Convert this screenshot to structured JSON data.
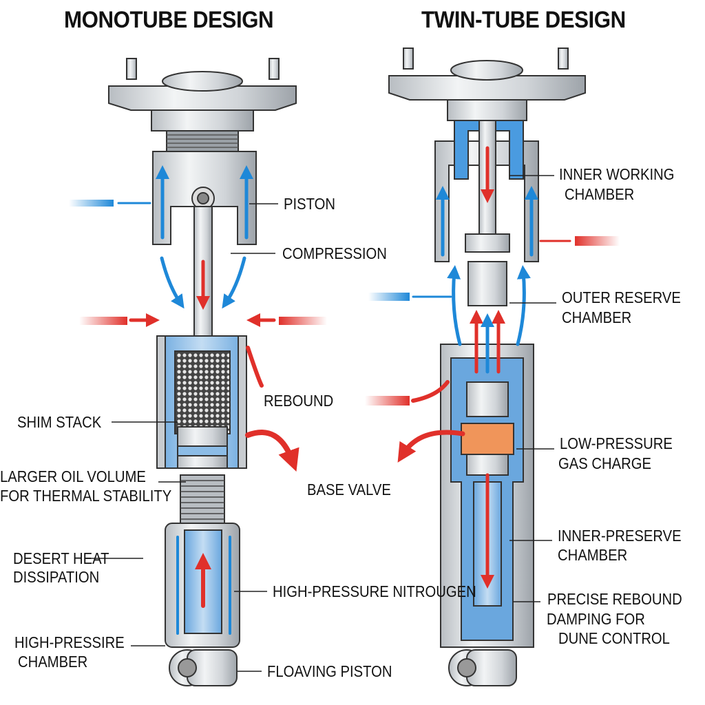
{
  "titles": {
    "left": "MONOTUBE DESIGN",
    "right": "TWIN-TUBE DESIGN"
  },
  "monotube": {
    "labels": {
      "piston": "PISTON",
      "compression": "COMPRESSION",
      "rebound": "REBOUND",
      "shim_stack": "SHIM STACK",
      "oil_volume_1": "LARGER OIL VOLUME",
      "oil_volume_2": "FOR THERMAL STABILITY",
      "base_valve": "BASE VALVE",
      "heat_1": "DESERT HEAT",
      "heat_2": "DISSIPATION",
      "nitrogen": "HIGH-PRESSURE NITROUGEN",
      "chamber_1": "HIGH-PRESSIRE",
      "chamber_2": "CHAMBER",
      "floating_piston": "FLOAVING PISTON"
    }
  },
  "twintube": {
    "labels": {
      "inner_working_1": "INNER WORKING",
      "inner_working_2": "CHAMBER",
      "outer_reserve_1": "OUTER RESERVE",
      "outer_reserve_2": "CHAMBER",
      "gas_charge_1": "LOW-PRESSURE",
      "gas_charge_2": "GAS CHARGE",
      "inner_preserve_1": "INNER-PRESERVE",
      "inner_preserve_2": "CHAMBER",
      "rebound_1": "PRECISE REBOUND",
      "rebound_2": "DAMPING FOR",
      "rebound_3": "DUNE CONTROL"
    }
  },
  "colors": {
    "flow_blue": "#1e88d8",
    "flow_red": "#e0302a",
    "oil_blue": "#7fb6e6",
    "metal": "#d4d8dc",
    "gas_orange": "#f0955a"
  }
}
